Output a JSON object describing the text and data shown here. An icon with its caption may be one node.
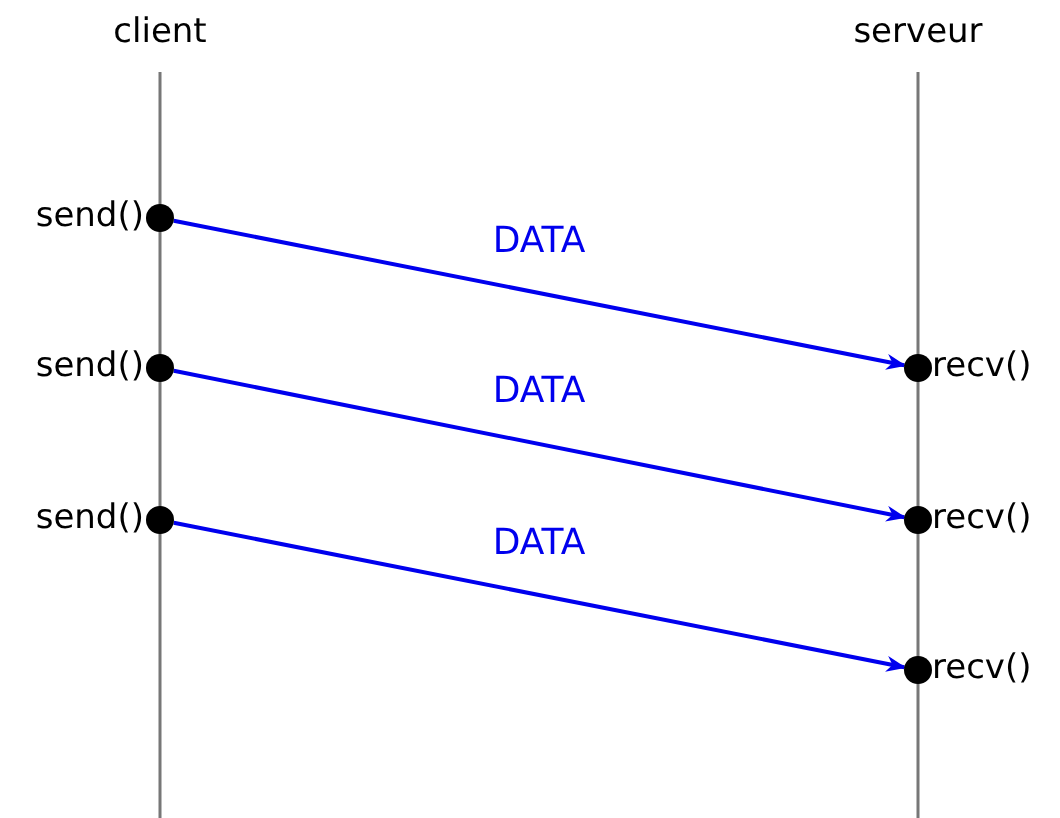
{
  "diagram": {
    "nodes": [
      {
        "text": [],
        "shape": "circle",
        "beside": [
          "send()"
        ]
      },
      {
        "text": [],
        "shape": "circle",
        "beside": [
          "recv()"
        ]
      },
      {
        "text": [],
        "shape": "circle",
        "beside": [
          "send()"
        ]
      },
      {
        "text": [],
        "shape": "circle",
        "beside": [
          "recv()"
        ]
      },
      {
        "text": [],
        "shape": "circle",
        "beside": [
          "send()"
        ]
      },
      {
        "text": [],
        "shape": "circle",
        "beside": [
          "recv()"
        ]
      }
    ],
    "edges": [
      {
        "from": 0,
        "to": 1,
        "arrow": "to",
        "label": "DATA"
      },
      {
        "from": 2,
        "to": 3,
        "arrow": "to",
        "label": "DATA"
      },
      {
        "from": 4,
        "to": 5,
        "arrow": "to",
        "label": "DATA"
      }
    ],
    "labels": [
      "client",
      "serveur"
    ]
  }
}
